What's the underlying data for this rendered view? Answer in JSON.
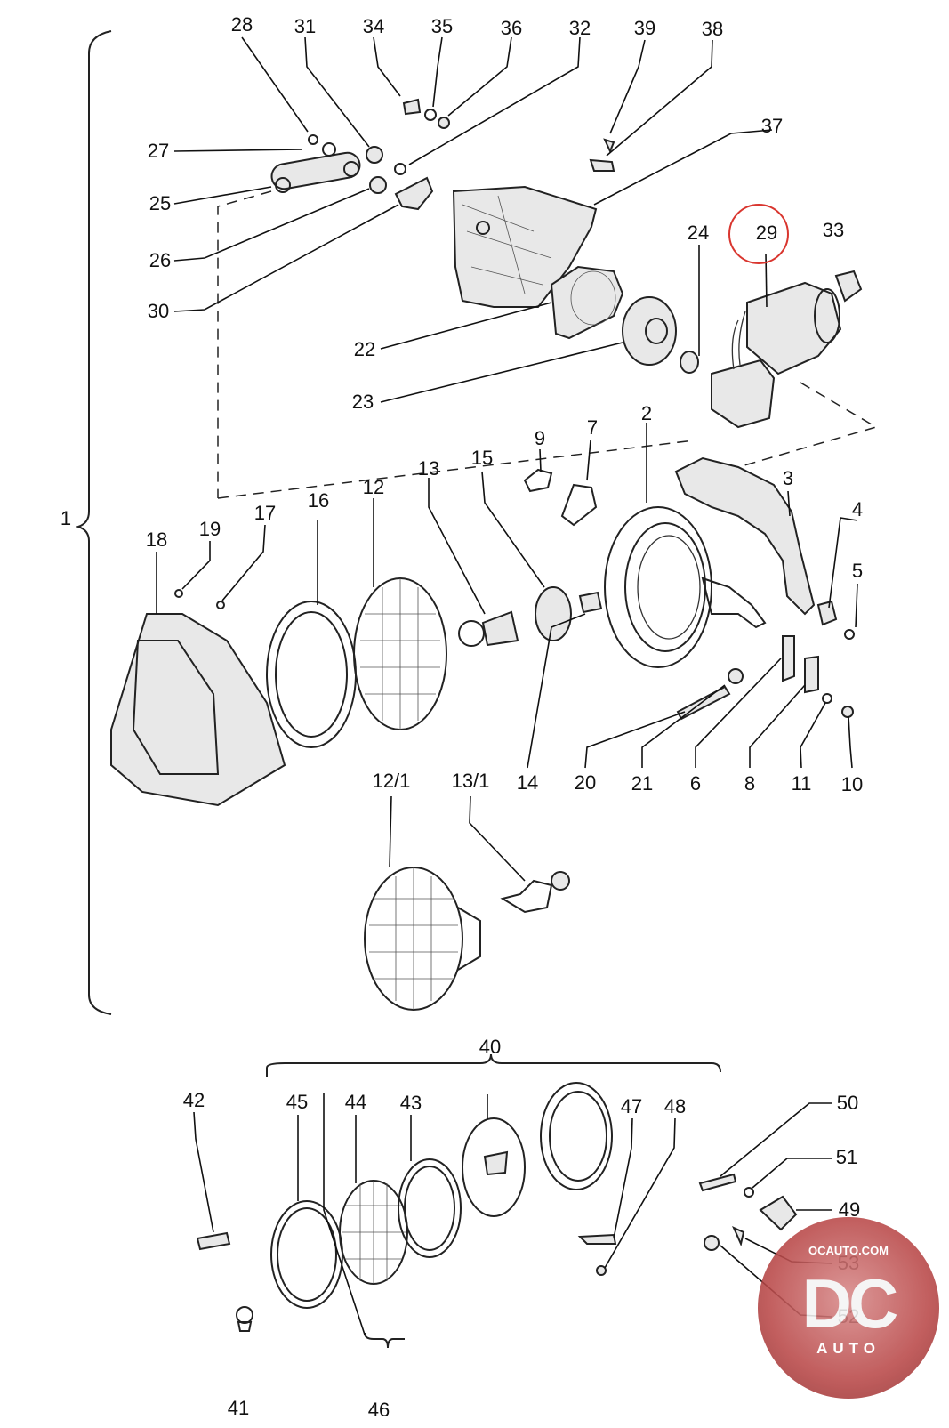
{
  "labels": {
    "l1": "1",
    "l2": "2",
    "l3": "3",
    "l4": "4",
    "l5": "5",
    "l6": "6",
    "l7": "7",
    "l8": "8",
    "l9": "9",
    "l10": "10",
    "l11": "11",
    "l12": "12",
    "l12_1": "12/1",
    "l13": "13",
    "l13_1": "13/1",
    "l14": "14",
    "l15": "15",
    "l16": "16",
    "l17": "17",
    "l18": "18",
    "l19": "19",
    "l20": "20",
    "l21": "21",
    "l22": "22",
    "l23": "23",
    "l24": "24",
    "l25": "25",
    "l26": "26",
    "l27": "27",
    "l28": "28",
    "l29": "29",
    "l30": "30",
    "l31": "31",
    "l32": "32",
    "l33": "33",
    "l34": "34",
    "l35": "35",
    "l36": "36",
    "l37": "37",
    "l38": "38",
    "l39": "39",
    "l40": "40",
    "l41": "41",
    "l42": "42",
    "l43": "43",
    "l44": "44",
    "l45": "45",
    "l46": "46",
    "l47": "47",
    "l48": "48",
    "l49": "49",
    "l50": "50",
    "l51": "51",
    "l52": "52",
    "l53": "53"
  },
  "highlighted_part": "29",
  "highlight_color": "#d9362f",
  "watermark": {
    "url": "OCAUTO.COM",
    "logo": "DC",
    "sub": "AUTO",
    "color": "#b94848"
  }
}
